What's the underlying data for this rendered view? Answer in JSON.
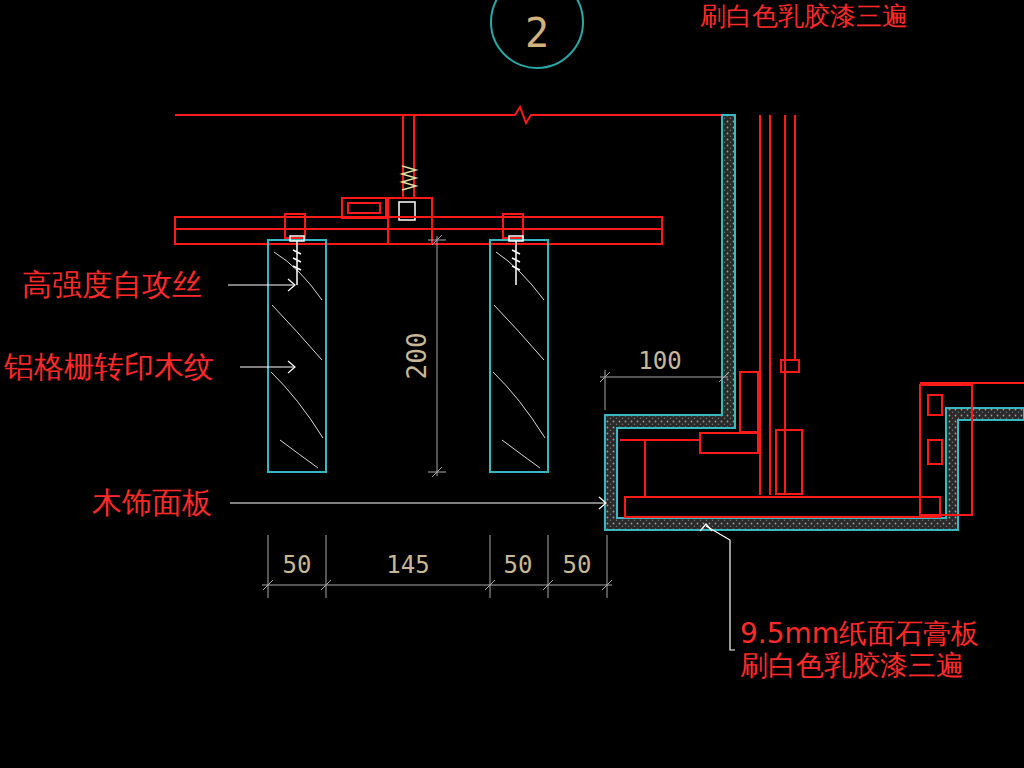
{
  "diagram": {
    "nodes": [
      {
        "text": [
          "2"
        ]
      }
    ],
    "labels": [
      "刷白色乳胶漆三遍",
      "高强度自攻丝",
      "铝格栅转印木纹",
      "200",
      "100",
      "木饰面板",
      "50",
      "145",
      "50",
      "50",
      "9.5mm纸面石膏板 刷白色乳胶漆三遍"
    ]
  }
}
